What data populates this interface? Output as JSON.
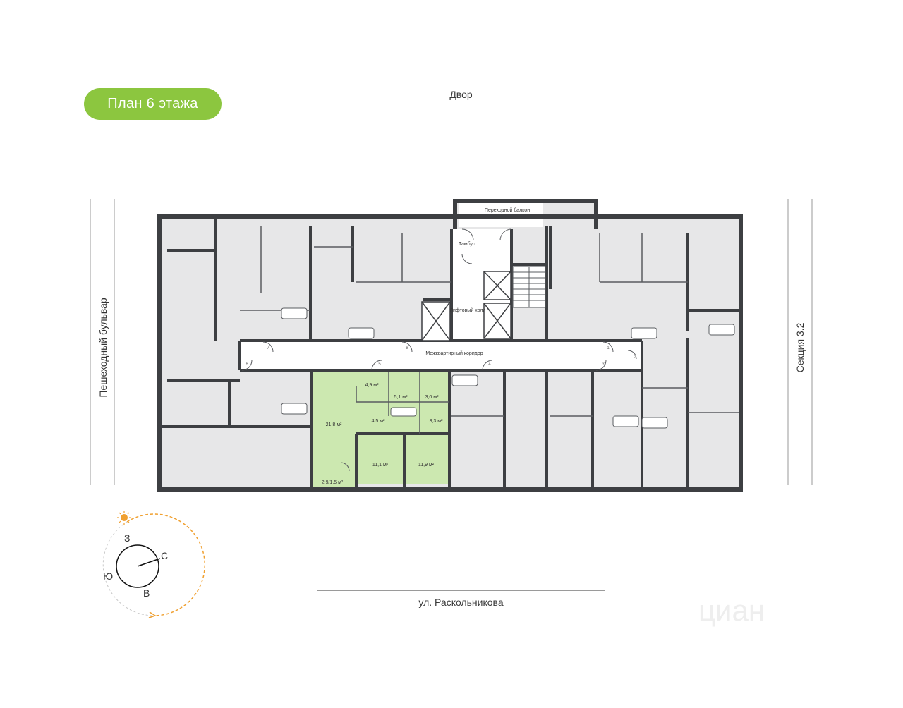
{
  "floor_badge": "План 6 этажа",
  "streets": {
    "top": "Двор",
    "bottom": "ул. Раскольникова",
    "left": "Пешеходный бульвар",
    "right": "Секция 3.2"
  },
  "areas": {
    "balcony_passage": "Переходной балкон",
    "vestibule": "Тамбур",
    "elevator_hall": "Лифтовый холл",
    "corridor": "Межквартирный коридор"
  },
  "highlighted_apartment": {
    "rooms": {
      "hall": "4,9 м²",
      "living": "21,8 м²",
      "bath": "5,1 м²",
      "wc": "3,0 м²",
      "corridor": "4,5 м²",
      "storage": "3,3 м²",
      "bedroom1": "11,1 м²",
      "bedroom2": "11,9 м²",
      "balcony": "2,9/1,5 м²"
    }
  },
  "door_numbers": [
    "7",
    "8",
    "6",
    "5",
    "4",
    "3",
    "2",
    "1"
  ],
  "compass": {
    "north": "С",
    "west": "З",
    "south": "Ю",
    "east": "В"
  },
  "colors": {
    "accent": "#8cc63f",
    "wall": "#3d3f42",
    "highlight_fill": "#cce8b0"
  },
  "watermark": "циан"
}
